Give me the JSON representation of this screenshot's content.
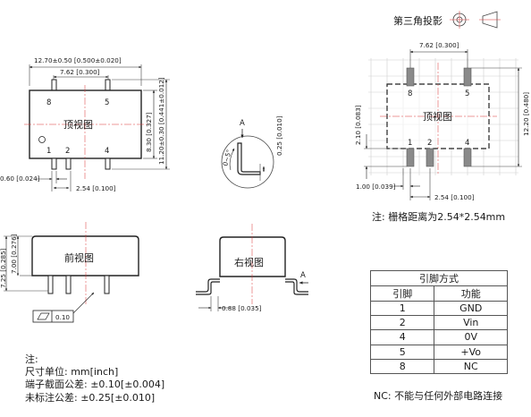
{
  "projection_label": "第三角投影",
  "top_view": {
    "label": "顶视图",
    "dim_width": "12.70±0.50 [0.500±0.020]",
    "dim_pin_span": "7.62 [0.300]",
    "dim_body_h": "8.30 [0.327]",
    "dim_overall_h": "11.20±0.30 [0.441±0.012]",
    "dim_pin_width": "0.60 [0.024]",
    "dim_pitch": "2.54 [0.100]",
    "pins": [
      "8",
      "5",
      "1",
      "2",
      "4"
    ]
  },
  "detail_view": {
    "arrow_label": "A",
    "angle": "0~5°",
    "thickness": "0.25 [0.010]"
  },
  "footprint": {
    "label": "顶视图",
    "dim_pin_span": "7.62 [0.300]",
    "dim_height": "12.20 [0.480]",
    "dim_side": "2.10 [0.083]",
    "dim_offset": "1.00 [0.039]",
    "dim_pitch": "2.54 [0.100]",
    "pins": [
      "8",
      "5",
      "1",
      "2",
      "4"
    ],
    "note": "注: 栅格距离为2.54*2.54mm"
  },
  "front_view": {
    "label": "前视图",
    "dim_total": "7.25 [0.285]",
    "dim_body": "7.00 [0.276]",
    "flatness": "0.10"
  },
  "right_view": {
    "label": "右视图",
    "arrow_label": "A",
    "dim_lead": "0.88 [0.035]"
  },
  "pin_table": {
    "title": "引脚方式",
    "headers": [
      "引脚",
      "功能"
    ],
    "rows": [
      [
        "1",
        "GND"
      ],
      [
        "2",
        "Vin"
      ],
      [
        "4",
        "0V"
      ],
      [
        "5",
        "+Vo"
      ],
      [
        "8",
        "NC"
      ]
    ]
  },
  "nc_note": "NC: 不能与任何外部电路连接",
  "notes": {
    "heading": "注:",
    "lines": [
      "尺寸单位: mm[inch]",
      "端子截面公差: ±0.10[±0.004]",
      "未标注公差: ±0.25[±0.010]"
    ]
  }
}
